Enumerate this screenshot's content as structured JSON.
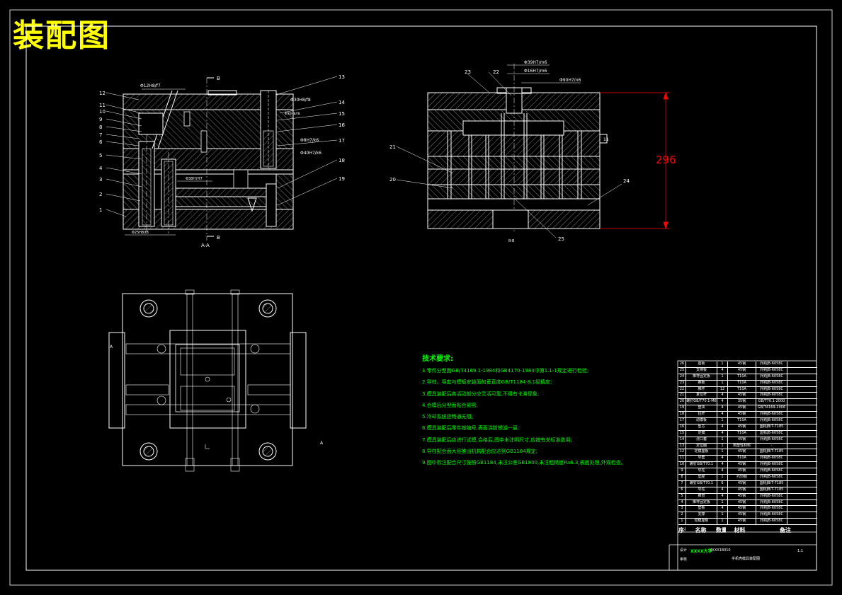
{
  "title": "装配图",
  "views": {
    "section_aa_label": "A-A",
    "section_bb_label": "B-B",
    "cut_marker_top": "B",
    "cut_marker_bottom": "B",
    "left_dims": {
      "d1": "Φ12H8/f7",
      "d2": "Φ30H8/f8",
      "d3": "Φ30H8/f8",
      "d4": "Φ8H7/k6",
      "d5": "Φ40H7/k6",
      "d6": "Φ38H7/f7",
      "d7": "Φ25H8/f8"
    },
    "left_callouts": [
      "12",
      "11",
      "10",
      "9",
      "8",
      "7",
      "6",
      "5",
      "4",
      "3",
      "2",
      "1"
    ],
    "right_callouts_left_view": [
      "13",
      "14",
      "15",
      "16",
      "17",
      "18",
      "19"
    ],
    "right_view_dims": {
      "d1": "Φ39H7/m6",
      "d2": "Φ16H7/m6",
      "d3": "Φ90H7/n6",
      "height": "296"
    },
    "right_view_callouts": [
      "23",
      "22",
      "21",
      "20",
      "24",
      "25",
      "11"
    ],
    "plan_marks": {
      "a1": "A",
      "a2": "A"
    }
  },
  "tech_requirements": {
    "heading": "技术要求:",
    "items": [
      "1.零件分型面GB/T4169.1-1984和GB4170-1984中第1.1-1规定进行检验;",
      "2.导柱、导套与模板安装面的垂直度GB/T1184-8.1级精度;",
      "3.模具装配后各活动部分应灵活可靠,不得有卡滞现象;",
      "4.合模后分型面贴合紧密;",
      "5.冷却系统应畅通无阻;",
      "6.模具装配后零件按编号,表面涂防锈油一层;",
      "7.模具装配后应进行试模,合格后,图中未注明尺寸,应按有关标准选用;",
      "8.导柱配合面大径推出机构配合应达到GB1184规定;",
      "9.图中标注配合尺寸按照GB1184,未注公差GB1800,未注粗糙度Ra6.3,表面处理,外观检查。"
    ]
  },
  "bom": {
    "rows": [
      [
        "26",
        "座板",
        "1",
        "45钢",
        "外购JB-6058C"
      ],
      [
        "25",
        "支撑板",
        "4",
        "45钢",
        "外购JB-6058C"
      ],
      [
        "24",
        "推杆固定板",
        "1",
        "T10A",
        "外购JB-6058C"
      ],
      [
        "23",
        "推板",
        "1",
        "T10A",
        "外购JB-6058C"
      ],
      [
        "22",
        "推杆",
        "12",
        "T10A",
        "外购JB-6058C"
      ],
      [
        "21",
        "复位杆",
        "4",
        "45钢",
        "外购JB-6058C"
      ],
      [
        "20",
        "螺钉GB/T70.1-M6",
        "4",
        "35钢",
        "GB/T70.1-2000"
      ],
      [
        "19",
        "垫块",
        "4",
        "45钢",
        "GB/T4169-2006"
      ],
      [
        "18",
        "拉杆",
        "4",
        "45钢",
        "外购JB-6058C"
      ],
      [
        "17",
        "动模板",
        "1",
        "T10A",
        "外购JB-6058C"
      ],
      [
        "16",
        "型芯",
        "4",
        "45钢",
        "国标JB/T-7185"
      ],
      [
        "15",
        "定模",
        "4",
        "T10A",
        "国标JB-6058C"
      ],
      [
        "14",
        "浇口套",
        "1",
        "45钢",
        "外购JB-6058C"
      ],
      [
        "13",
        "定位圈",
        "1",
        "热塑性材料",
        "-"
      ],
      [
        "12",
        "定模座板",
        "1",
        "45钢",
        "国标JB/T-7185"
      ],
      [
        "11",
        "导套",
        "4",
        "T10A",
        "外购JB-6058C"
      ],
      [
        "10",
        "螺钉GB/T70.1",
        "4",
        "45钢",
        "外购JB-6058C"
      ],
      [
        "9",
        "导柱",
        "4",
        "45钢",
        "外购JB-6058C"
      ],
      [
        "8",
        "型腔",
        "1",
        "P20钢",
        "外购JB-6058C"
      ],
      [
        "7",
        "螺钉GB/T70.1",
        "6",
        "45钢",
        "国标JB/T-7185"
      ],
      [
        "6",
        "导柱",
        "4",
        "45钢",
        "国标JB/T-7185"
      ],
      [
        "5",
        "推管",
        "4",
        "45钢",
        "外购JB-6058C"
      ],
      [
        "4",
        "推杆固定板",
        "1",
        "45钢",
        "外购JB-6058C"
      ],
      [
        "3",
        "垫板",
        "4",
        "45钢",
        "外购JB-6058C"
      ],
      [
        "2",
        "支撑",
        "1",
        "45钢",
        "外购JB-6058C"
      ],
      [
        "1",
        "动模座板",
        "1",
        "45钢",
        "外购JB-6058C"
      ]
    ],
    "header": {
      "no": "序号",
      "name": "名称",
      "qty": "数量",
      "material": "材料",
      "remark": "备注"
    },
    "title_block": {
      "designer_label": "设计",
      "checker_label": "审核",
      "school": "XXXX大学",
      "student_no": "XXXX18010",
      "drawing_name": "手机壳模具装配图",
      "sheet": "1:1"
    }
  },
  "colors": {
    "background": "#000000",
    "title": "#ffff00",
    "geometry": "#ffffff",
    "text": "#00ff00",
    "dimension": "#ff0000"
  }
}
